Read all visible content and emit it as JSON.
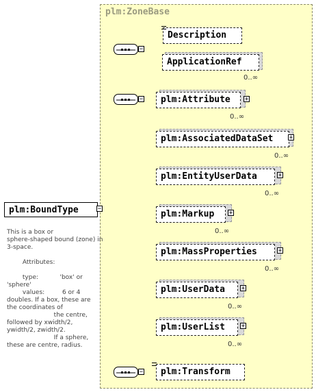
{
  "root": {
    "label": "plm:BoundType"
  },
  "documentation": "This is a box or\nsphere-shaped bound (zone) in\n3-space.\n\n        Attributes:\n\n        type:           'box' or\n'sphere'\n        values:         6 or 4\ndoubles. If a box, these are\nthe coordinates of\n                        the centre,\nfollowed by xwidth/2,\nywidth/2, zwidth/2.\n                        If a sphere,\nthese are centre, radius.",
  "group": {
    "label": "plm:ZoneBase"
  },
  "elements": {
    "description": {
      "label": "Description"
    },
    "application_ref": {
      "label": "ApplicationRef",
      "card": "0..∞"
    },
    "attribute": {
      "label": "plm:Attribute",
      "card": "0..∞"
    },
    "associated_data_set": {
      "label": "plm:AssociatedDataSet",
      "card": "0..∞"
    },
    "entity_user_data": {
      "label": "plm:EntityUserData",
      "card": "0..∞"
    },
    "markup": {
      "label": "plm:Markup",
      "card": "0..∞"
    },
    "mass_properties": {
      "label": "plm:MassProperties",
      "card": "0..∞"
    },
    "user_data": {
      "label": "plm:UserData",
      "card": "0..∞"
    },
    "user_list": {
      "label": "plm:UserList",
      "card": "0..∞"
    },
    "transform": {
      "label": "plm:Transform"
    }
  },
  "icons": {
    "expand": "plus-box-icon",
    "collapse": "minus-box-icon",
    "sequence": "sequence-compositor-icon"
  }
}
